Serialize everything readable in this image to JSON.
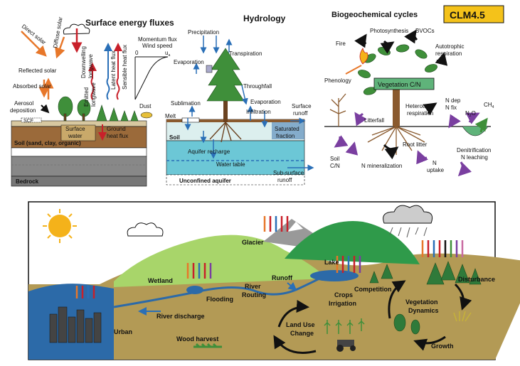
{
  "badge": "CLM4.5",
  "colors": {
    "badge_bg": "#f4c21a",
    "blue_arrow": "#2a6fb7",
    "orange": "#e7772a",
    "red": "#c8202a",
    "green_leaf": "#3f8f3a",
    "sky_blue": "#2f79b9",
    "land": "#b39a55",
    "water": "#2c6aa8",
    "purple": "#7a3fa0"
  },
  "energy": {
    "title": "Surface energy fluxes",
    "direct_solar": "Direct solar",
    "diffuse_solar": "Diffuse solar",
    "downwelling": "Downwelling",
    "longwave1": "longwave",
    "emitted": "Emitted",
    "longwave2": "longwave",
    "latent": "Latent heat flux",
    "sensible": "Sensible heat flux",
    "momentum": "Momentum flux",
    "wind": "Wind speed",
    "zero": "0",
    "ua": "u",
    "ua_sub": "a",
    "reflected": "Reflected solar",
    "absorbed": "Absorbed solar",
    "aerosol1": "Aerosol",
    "aerosol2": "deposition",
    "dust": "Dust",
    "scf": "SCF",
    "surface_water1": "Surface",
    "surface_water2": "water",
    "ground_heat1": "Ground",
    "ground_heat2": "heat flux",
    "soil": "Soil (sand, clay, organic)",
    "bedrock": "Bedrock"
  },
  "hydrology": {
    "title": "Hydrology",
    "precipitation": "Precipitation",
    "transpiration": "Transpiration",
    "evaporation1": "Evaporation",
    "throughfall": "Throughfall",
    "evaporation2": "Evaporation",
    "sublimation": "Sublimation",
    "infiltration": "Infiltration",
    "surface_runoff1": "Surface",
    "surface_runoff2": "runoff",
    "melt": "Melt",
    "soil": "Soil",
    "saturated1": "Saturated",
    "saturated2": "fraction",
    "aquifer_recharge": "Aquifer recharge",
    "water_table": "Water table",
    "subsurface1": "Sub-surface",
    "subsurface2": "runoff",
    "unconfined": "Unconfined aquifer"
  },
  "bgc": {
    "title": "Biogeochemical cycles",
    "photosynthesis": "Photosynthesis",
    "bvocs": "BVOCs",
    "fire": "Fire",
    "autotrophic1": "Autotrophic",
    "autotrophic2": "respiration",
    "phenology": "Phenology",
    "vegetation_cn": "Vegetation C/N",
    "litterfall": "Litterfall",
    "heterotrop1": "Heterotrop.",
    "heterotrop2": "respiration",
    "ndep": "N dep",
    "nfix": "N fix",
    "n2o": "N",
    "n2o_sub": "2",
    "n2o_end": "O",
    "ch4": "CH",
    "ch4_sub": "4",
    "soil_cn1": "Soil",
    "soil_cn2": "C/N",
    "root_litter": "Root litter",
    "n_mineral": "N mineralization",
    "n_uptake1": "N",
    "n_uptake2": "uptake",
    "denit1": "Denitrification",
    "denit2": "N leaching"
  },
  "landscape": {
    "glacier": "Glacier",
    "lake": "Lake",
    "wetland": "Wetland",
    "runoff": "Runoff",
    "river_routing1": "River",
    "river_routing2": "Routing",
    "flooding": "Flooding",
    "competition": "Competition",
    "disturbance": "Disturbance",
    "crops1": "Crops",
    "crops2": "Irrigation",
    "veg_dyn1": "Vegetation",
    "veg_dyn2": "Dynamics",
    "river_discharge": "River discharge",
    "land_use1": "Land Use",
    "land_use2": "Change",
    "urban": "Urban",
    "wood_harvest": "Wood harvest",
    "growth": "Growth"
  }
}
